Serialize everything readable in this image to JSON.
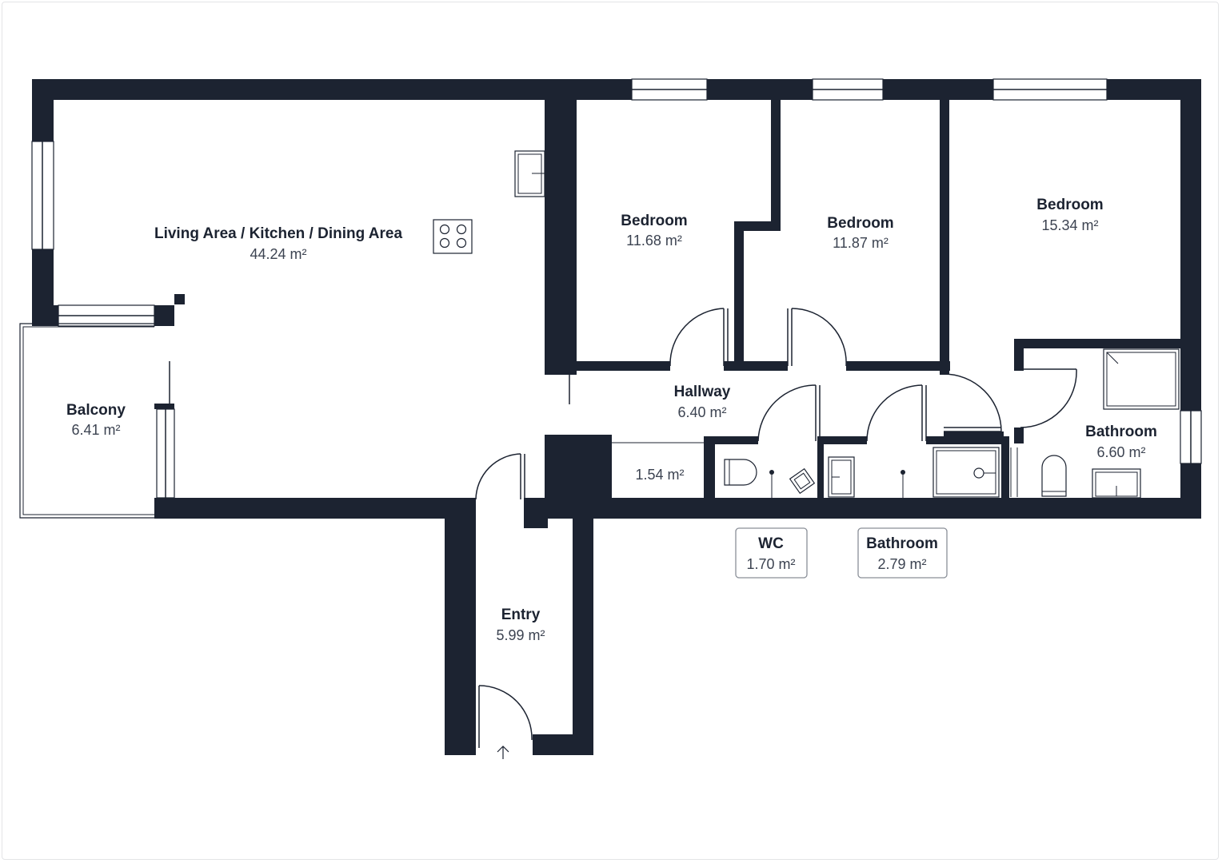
{
  "rooms": {
    "living": {
      "name": "Living Area / Kitchen / Dining Area",
      "area": "44.24 m²"
    },
    "bedroom1": {
      "name": "Bedroom",
      "area": "11.68 m²"
    },
    "bedroom2": {
      "name": "Bedroom",
      "area": "11.87 m²"
    },
    "bedroom3": {
      "name": "Bedroom",
      "area": "15.34 m²"
    },
    "balcony": {
      "name": "Balcony",
      "area": "6.41 m²"
    },
    "hallway": {
      "name": "Hallway",
      "area": "6.40 m²"
    },
    "storage": {
      "area": "1.54 m²"
    },
    "bathroom_main": {
      "name": "Bathroom",
      "area": "6.60 m²"
    },
    "wc": {
      "name": "WC",
      "area": "1.70 m²"
    },
    "bathroom_small": {
      "name": "Bathroom",
      "area": "2.79 m²"
    },
    "entry": {
      "name": "Entry",
      "area": "5.99 m²"
    }
  },
  "colors": {
    "wall": "#1c2331",
    "label_border": "#8a8f98"
  },
  "icons": [
    "stove-icon",
    "sink-icon",
    "toilet-icon",
    "shower-icon",
    "bathtub-icon",
    "washbasin-icon",
    "entrance-arrow-icon"
  ]
}
